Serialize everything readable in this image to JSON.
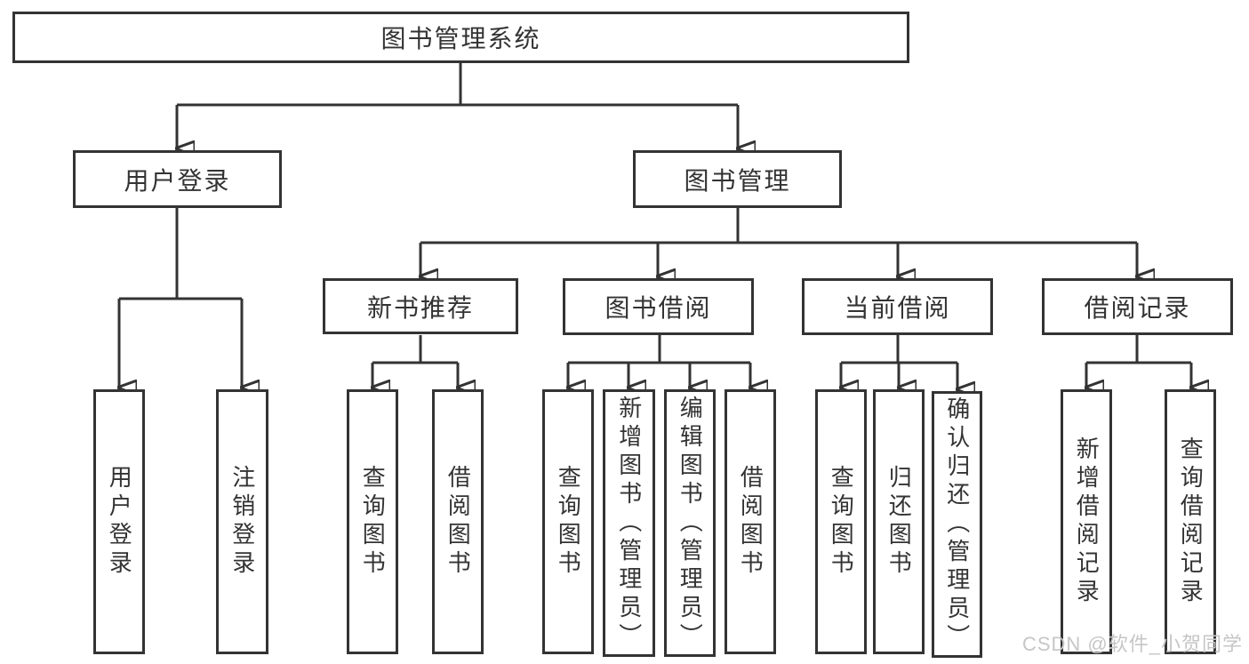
{
  "diagram": {
    "title": "图书管理系统",
    "root": {
      "label": "图书管理系统"
    },
    "branches": {
      "user_login": {
        "label": "用户登录",
        "children": [
          {
            "label": "用户登录"
          },
          {
            "label": "注销登录"
          }
        ]
      },
      "book_management": {
        "label": "图书管理",
        "children": [
          {
            "label": "新书推荐",
            "children": [
              {
                "label": "查询图书"
              },
              {
                "label": "借阅图书"
              }
            ]
          },
          {
            "label": "图书借阅",
            "children": [
              {
                "label": "查询图书"
              },
              {
                "label": "新增图书（管理员）"
              },
              {
                "label": "编辑图书（管理员）"
              },
              {
                "label": "借阅图书"
              }
            ]
          },
          {
            "label": "当前借阅",
            "children": [
              {
                "label": "查询图书"
              },
              {
                "label": "归还图书"
              },
              {
                "label": "确认归还（管理员）"
              }
            ]
          },
          {
            "label": "借阅记录",
            "children": [
              {
                "label": "新增借阅记录"
              },
              {
                "label": "查询借阅记录"
              }
            ]
          }
        ]
      }
    }
  },
  "watermark": {
    "text": "CSDN @软件_小贺同学"
  },
  "colors": {
    "line": "#333333",
    "text": "#333333",
    "background": "#ffffff",
    "watermark": "#c6c6c6"
  }
}
